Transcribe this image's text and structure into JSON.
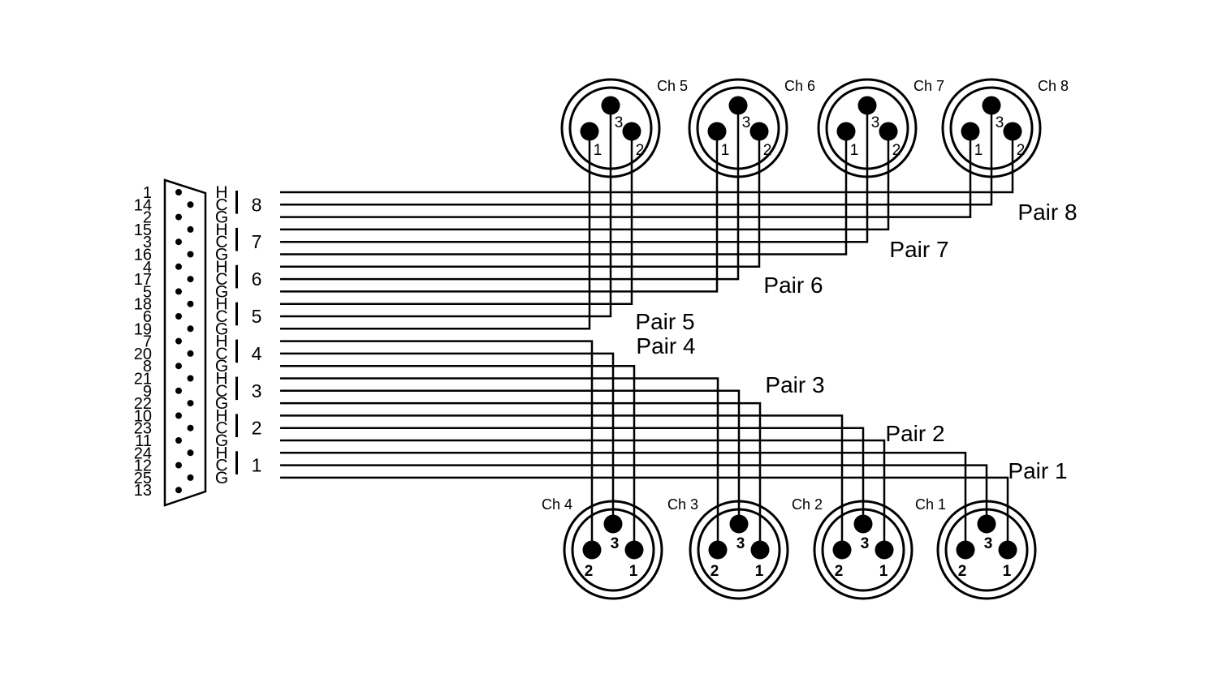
{
  "colors": {
    "ink": "#000000",
    "background": "#ffffff"
  },
  "db25": {
    "pins": [
      "1",
      "14",
      "2",
      "15",
      "3",
      "16",
      "4",
      "17",
      "5",
      "18",
      "6",
      "19",
      "7",
      "20",
      "8",
      "21",
      "9",
      "22",
      "10",
      "23",
      "11",
      "24",
      "12",
      "25",
      "13"
    ],
    "signals": [
      "H",
      "C",
      "G",
      "H",
      "C",
      "G",
      "H",
      "C",
      "G",
      "H",
      "C",
      "G",
      "H",
      "C",
      "G",
      "H",
      "C",
      "G",
      "H",
      "C",
      "G",
      "H",
      "C",
      "G",
      ""
    ]
  },
  "groups": [
    {
      "number": "8",
      "side": "top",
      "channel": "Ch 8"
    },
    {
      "number": "7",
      "side": "top",
      "channel": "Ch 7"
    },
    {
      "number": "6",
      "side": "top",
      "channel": "Ch 6"
    },
    {
      "number": "5",
      "side": "top",
      "channel": "Ch 5"
    },
    {
      "number": "4",
      "side": "bottom",
      "channel": "Ch 4"
    },
    {
      "number": "3",
      "side": "bottom",
      "channel": "Ch 3"
    },
    {
      "number": "2",
      "side": "bottom",
      "channel": "Ch 2"
    },
    {
      "number": "1",
      "side": "bottom",
      "channel": "Ch 1"
    }
  ],
  "xlr_top": {
    "labels": [
      "Ch 5",
      "Ch 6",
      "Ch 7",
      "Ch 8"
    ],
    "pin_left": "1",
    "pin_right": "2",
    "pin_top": "3"
  },
  "xlr_bottom": {
    "labels": [
      "Ch 4",
      "Ch 3",
      "Ch 2",
      "Ch 1"
    ],
    "pin_left": "2",
    "pin_right": "1",
    "pin_top": "3"
  },
  "signal_to_xlr_pin": {
    "H": "2",
    "C": "3",
    "G": "1"
  },
  "pair_labels": [
    "Pair 8",
    "Pair 7",
    "Pair 6",
    "Pair 5",
    "Pair 4",
    "Pair 3",
    "Pair 2",
    "Pair 1"
  ]
}
